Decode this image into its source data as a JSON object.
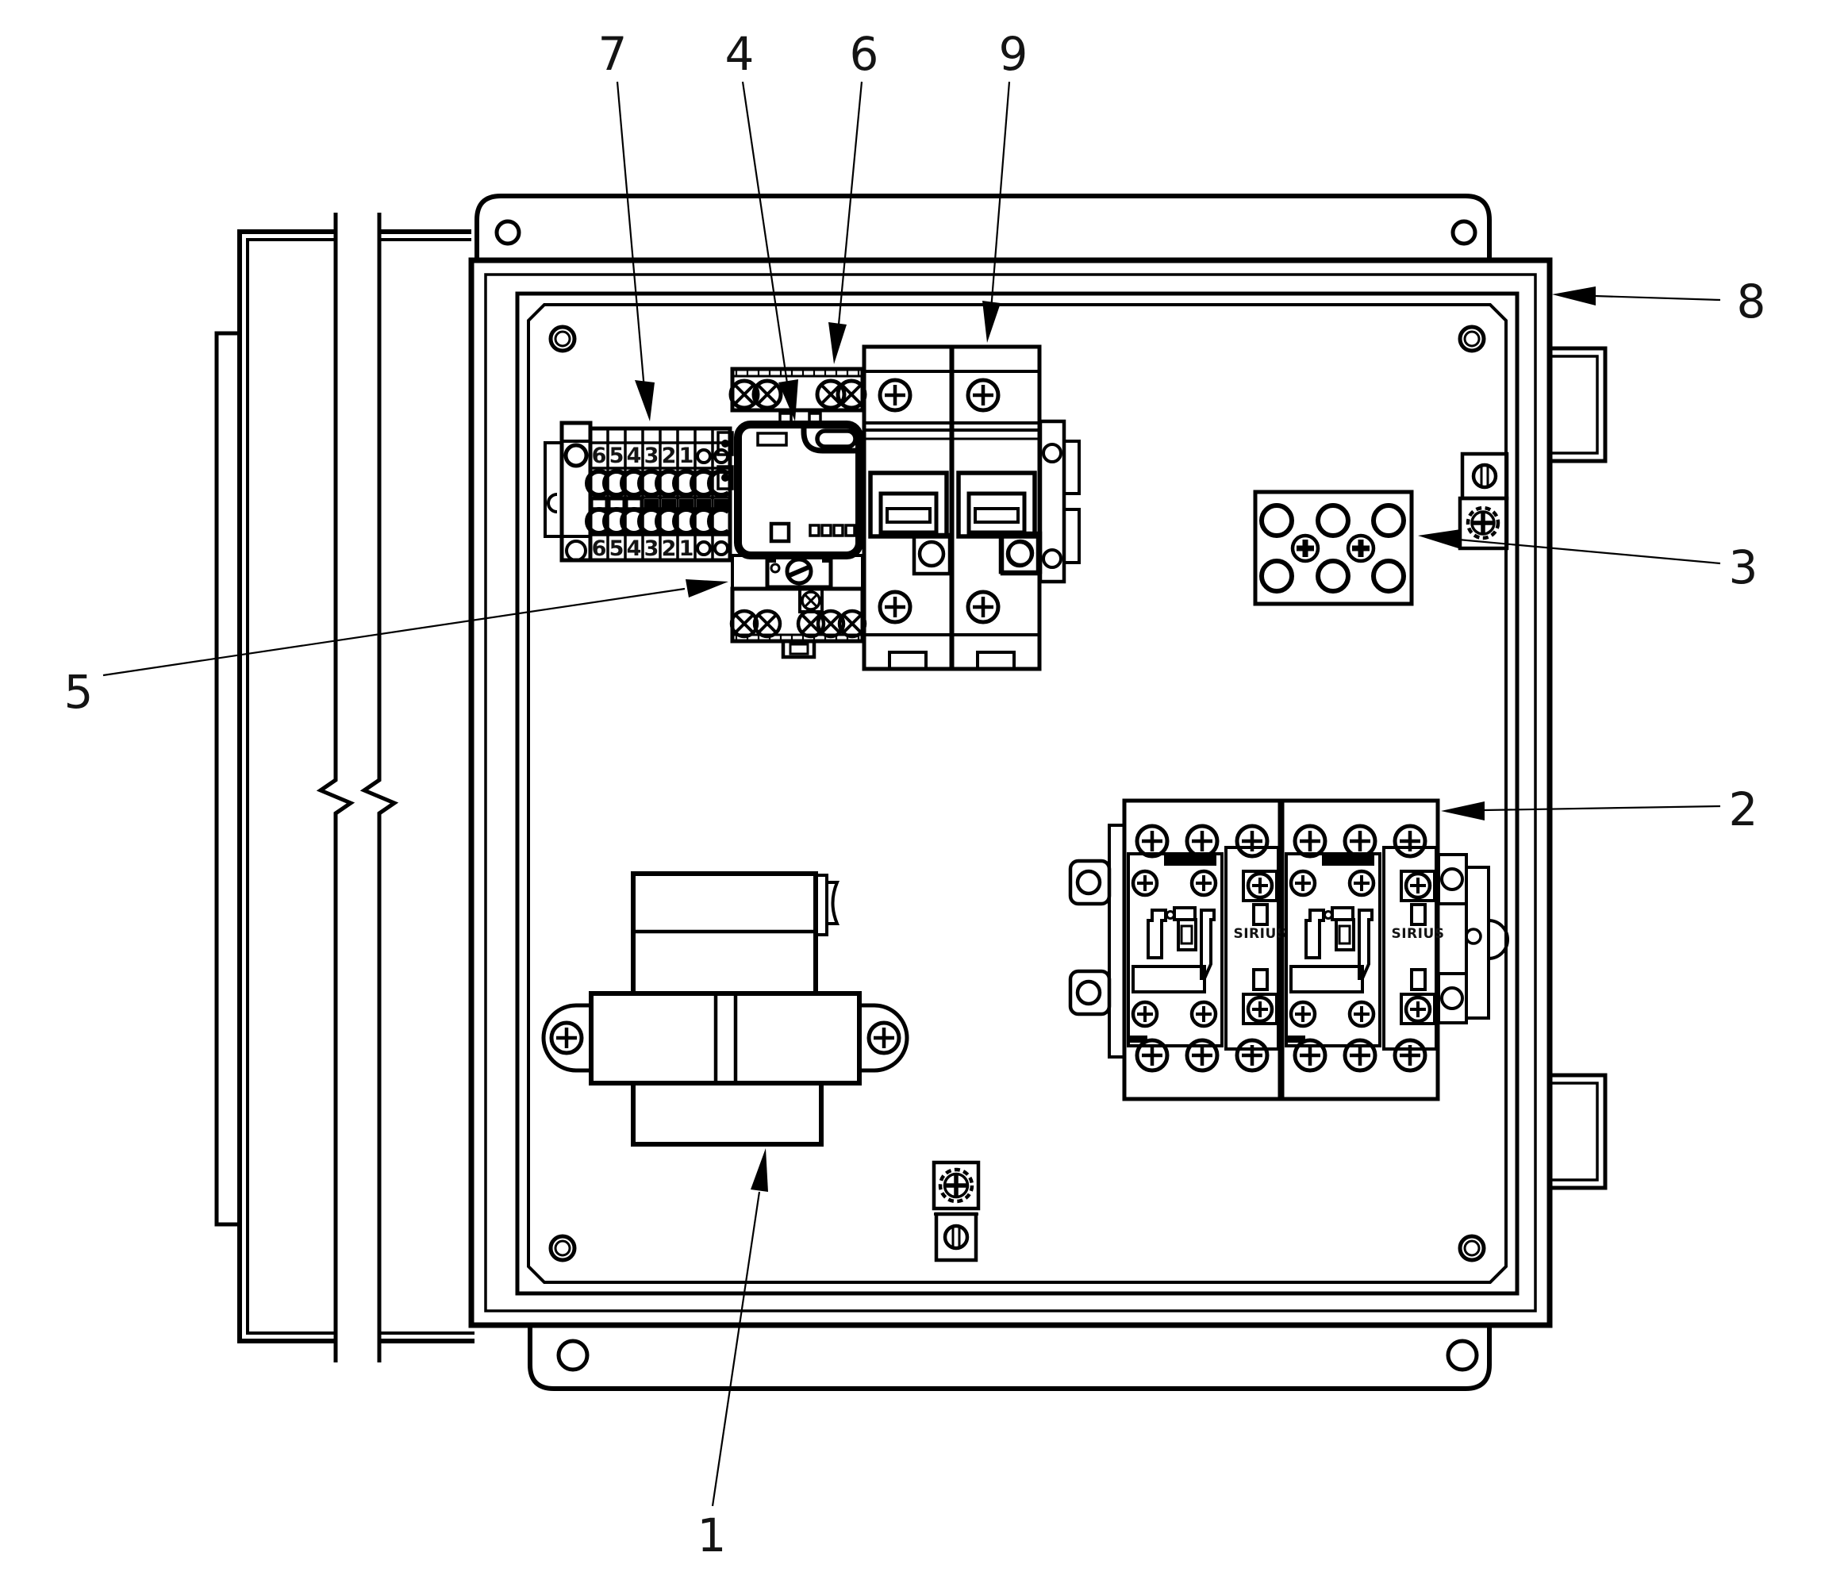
{
  "figure": {
    "type": "line-drawing",
    "subject": "control panel enclosure - front view",
    "callouts": [
      {
        "label": "1",
        "target": "transformer"
      },
      {
        "label": "2",
        "target": "contactor-assembly"
      },
      {
        "label": "3",
        "target": "power-distribution-block"
      },
      {
        "label": "4",
        "target": "controller-module"
      },
      {
        "label": "5",
        "target": "selector-switch"
      },
      {
        "label": "6",
        "target": "module-terminals"
      },
      {
        "label": "7",
        "target": "terminal-block"
      },
      {
        "label": "8",
        "target": "enclosure-wall"
      },
      {
        "label": "9",
        "target": "circuit-breakers"
      }
    ],
    "component_labels": {
      "contactor_brand": "SIRIUS",
      "terminal_numbers": [
        "6",
        "5",
        "4",
        "3",
        "2",
        "1"
      ]
    }
  }
}
